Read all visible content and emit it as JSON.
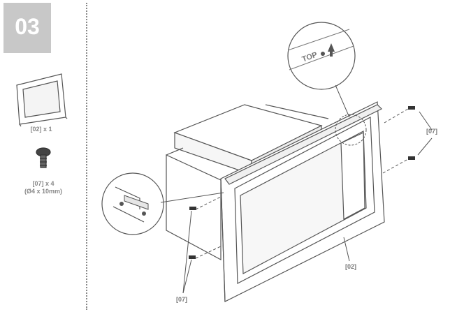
{
  "step": {
    "number": "03"
  },
  "parts": {
    "frame_label": "[02] x 1",
    "screw_label_line1": "[07] x 4",
    "screw_label_line2": "(Ø4 x 10mm)"
  },
  "callouts": {
    "screws_right": "[07]",
    "frame": "[02]",
    "screws_bottom": "[07]",
    "top_marker": "TOP"
  },
  "colors": {
    "badge": "#c8c8c8",
    "line": "#555555",
    "label": "#777777"
  }
}
